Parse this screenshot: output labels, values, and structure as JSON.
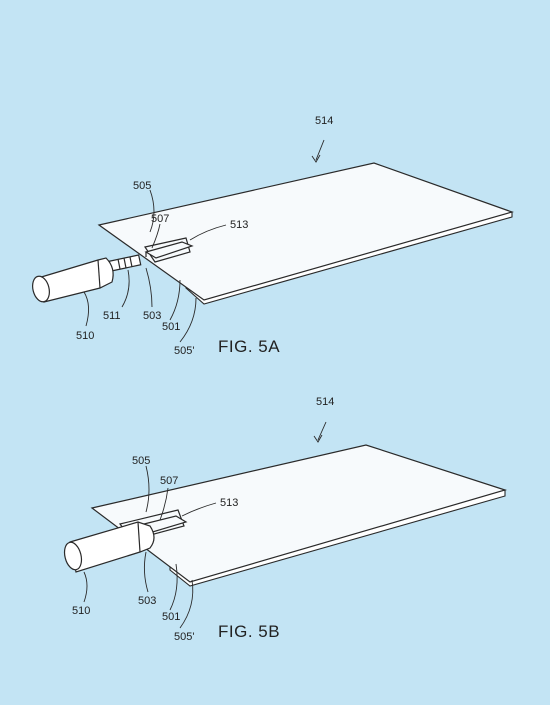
{
  "fig5a": {
    "caption": "FIG. 5A",
    "labels": {
      "l514": "514",
      "l505": "505",
      "l507": "507",
      "l513": "513",
      "l510": "510",
      "l511": "511",
      "l503": "503",
      "l501": "501",
      "l505p": "505'"
    }
  },
  "fig5b": {
    "caption": "FIG. 5B",
    "labels": {
      "l514": "514",
      "l505": "505",
      "l507": "507",
      "l513": "513",
      "l510": "510",
      "l503": "503",
      "l501": "501",
      "l505p": "505'"
    }
  },
  "colors": {
    "background": "#c3e4f4",
    "line": "#2a2a2a"
  }
}
